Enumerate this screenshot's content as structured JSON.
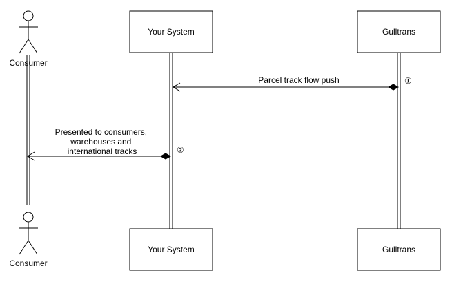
{
  "participants": {
    "consumer": {
      "label": "Consumer"
    },
    "your_system": {
      "label": "Your System"
    },
    "gulltrans": {
      "label": "Gulltrans"
    }
  },
  "messages": [
    {
      "step": "①",
      "text": "Parcel track flow push",
      "from": "Gulltrans",
      "to": "Your System"
    },
    {
      "step": "②",
      "lines": [
        "Presented to consumers,",
        "warehouses and",
        "international tracks"
      ],
      "from": "Your System",
      "to": "Consumer"
    }
  ]
}
